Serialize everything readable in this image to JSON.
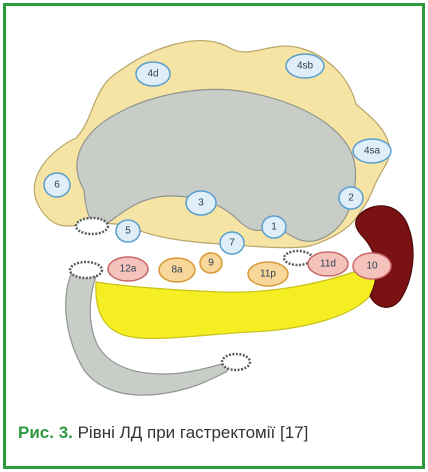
{
  "colors": {
    "border": "#2e9a3f",
    "omentum": "#f6e4a4",
    "omentum_stroke": "#b8a66a",
    "stomach": "#c9cdc8",
    "stomach_stroke": "#8f9590",
    "pancreas": "#f4ee22",
    "spleen": "#7a1213",
    "node_blue_fill": "#dfeef8",
    "node_blue_stroke": "#5a9fcf",
    "node_pink_fill": "#f6c3bc",
    "node_pink_stroke": "#c9676a",
    "node_orange_fill": "#f8d79a",
    "node_orange_stroke": "#d79a36"
  },
  "nodes": [
    {
      "id": "4d",
      "label": "4d",
      "color": "blue"
    },
    {
      "id": "4sb",
      "label": "4sb",
      "color": "blue"
    },
    {
      "id": "4sa",
      "label": "4sa",
      "color": "blue"
    },
    {
      "id": "6",
      "label": "6",
      "color": "blue"
    },
    {
      "id": "3",
      "label": "3",
      "color": "blue"
    },
    {
      "id": "2",
      "label": "2",
      "color": "blue"
    },
    {
      "id": "5",
      "label": "5",
      "color": "blue"
    },
    {
      "id": "1",
      "label": "1",
      "color": "blue"
    },
    {
      "id": "7",
      "label": "7",
      "color": "blue"
    },
    {
      "id": "12a",
      "label": "12a",
      "color": "pink"
    },
    {
      "id": "8a",
      "label": "8a",
      "color": "orange"
    },
    {
      "id": "9",
      "label": "9",
      "color": "orange"
    },
    {
      "id": "11p",
      "label": "11p",
      "color": "orange"
    },
    {
      "id": "11d",
      "label": "11d",
      "color": "pink"
    },
    {
      "id": "10",
      "label": "10",
      "color": "pink"
    }
  ],
  "caption": {
    "figure_label": "Рис. 3.",
    "text": " Рівні ЛД при гастректомії [17]"
  }
}
